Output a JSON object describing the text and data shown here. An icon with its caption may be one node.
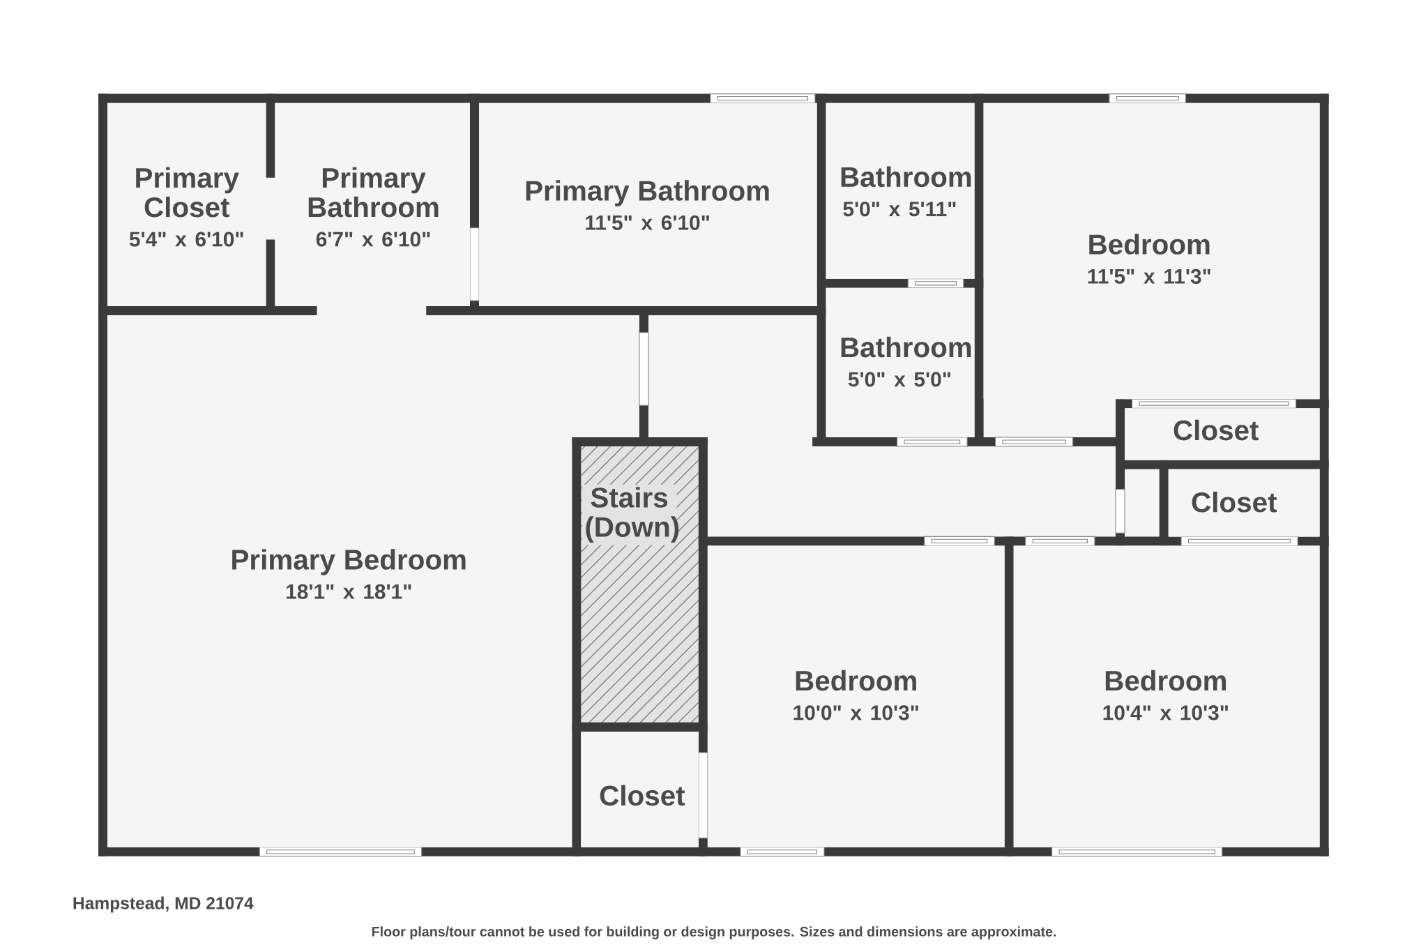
{
  "diagram": {
    "nodes": [
      {
        "text": [
          "Primary Closet",
          "5'4\" x 6'10\""
        ]
      },
      {
        "text": [
          "Primary Bathroom",
          "6'7\" x 6'10\""
        ]
      },
      {
        "text": [
          "Primary Bathroom",
          "11'5\" x 6'10\""
        ]
      },
      {
        "text": [
          "Bathroom",
          "5'0\" x 5'11\""
        ]
      },
      {
        "text": [
          "Bedroom",
          "11'5\" x 11'3\""
        ]
      },
      {
        "text": [
          "Bathroom",
          "5'0\" x 5'0\""
        ]
      },
      {
        "text": [
          "Closet"
        ]
      },
      {
        "text": [
          "Closet"
        ]
      },
      {
        "text": [
          "Primary Bedroom",
          "18'1\" x 18'1\""
        ]
      },
      {
        "text": [
          "Stairs (Down)"
        ]
      },
      {
        "text": [
          "Bedroom",
          "10'0\" x 10'3\""
        ]
      },
      {
        "text": [
          "Bedroom",
          "10'4\" x 10'3\""
        ]
      },
      {
        "text": [
          "Closet"
        ]
      }
    ],
    "labels": [
      "Hampstead, MD 21074",
      "Floor plans/tour cannot be used for building or design purposes. Sizes and dimensions are approximate."
    ]
  }
}
